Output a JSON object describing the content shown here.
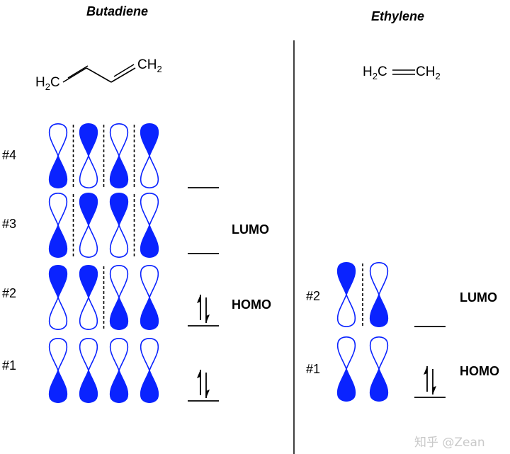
{
  "butadiene": {
    "title": "Butadiene",
    "formula_left": {
      "main": "H",
      "sub": "2",
      "tail": "C"
    },
    "formula_right": {
      "main": "CH",
      "sub": "2"
    },
    "mo_labels": [
      "#4",
      "#3",
      "#2",
      "#1"
    ],
    "lumo_label": "LUMO",
    "homo_label": "HOMO",
    "phases": [
      [
        "down",
        "up",
        "down",
        "up"
      ],
      [
        "down",
        "up",
        "up",
        "down"
      ],
      [
        "up",
        "up",
        "down",
        "down"
      ],
      [
        "down",
        "down",
        "down",
        "down"
      ]
    ],
    "nodes": [
      [
        true,
        true,
        true
      ],
      [
        true,
        false,
        true
      ],
      [
        false,
        true,
        false
      ],
      [
        false,
        false,
        false
      ]
    ],
    "electrons": [
      0,
      0,
      2,
      2
    ]
  },
  "ethylene": {
    "title": "Ethylene",
    "formula": {
      "a": "H",
      "a_sub": "2",
      "b": "C",
      "c": "CH",
      "c_sub": "2"
    },
    "mo_labels": [
      "#2",
      "#1"
    ],
    "lumo_label": "LUMO",
    "homo_label": "HOMO",
    "phases": [
      [
        "up",
        "down"
      ],
      [
        "down",
        "down"
      ]
    ],
    "nodes": [
      [
        true
      ],
      [
        false
      ]
    ],
    "electrons": [
      0,
      2
    ]
  },
  "watermark": "知乎 @Zean",
  "colors": {
    "orbital": "#0a23ff",
    "line": "#000000"
  }
}
